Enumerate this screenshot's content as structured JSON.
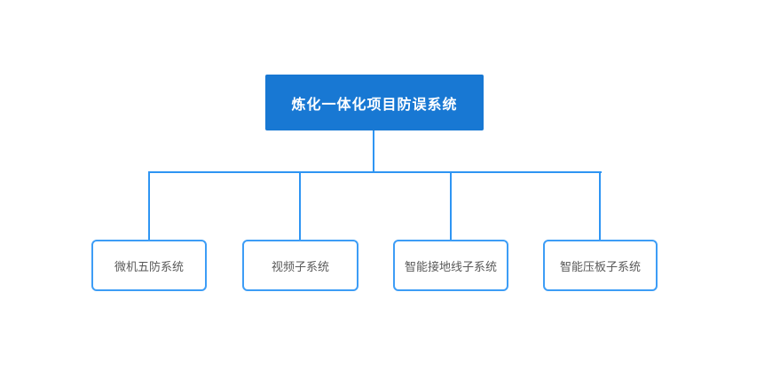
{
  "diagram": {
    "type": "org-tree",
    "root": {
      "label": "炼化一体化项目防误系统"
    },
    "children": [
      {
        "label": "微机五防系统"
      },
      {
        "label": "视频子系统"
      },
      {
        "label": "智能接地线子系统"
      },
      {
        "label": "智能压板子系统"
      }
    ],
    "colors": {
      "root_fill": "#1878d3",
      "root_text": "#ffffff",
      "line": "#2e95f3",
      "child_border": "#3d9df6",
      "child_text": "#595959",
      "canvas_bg": "#ffffff"
    }
  }
}
